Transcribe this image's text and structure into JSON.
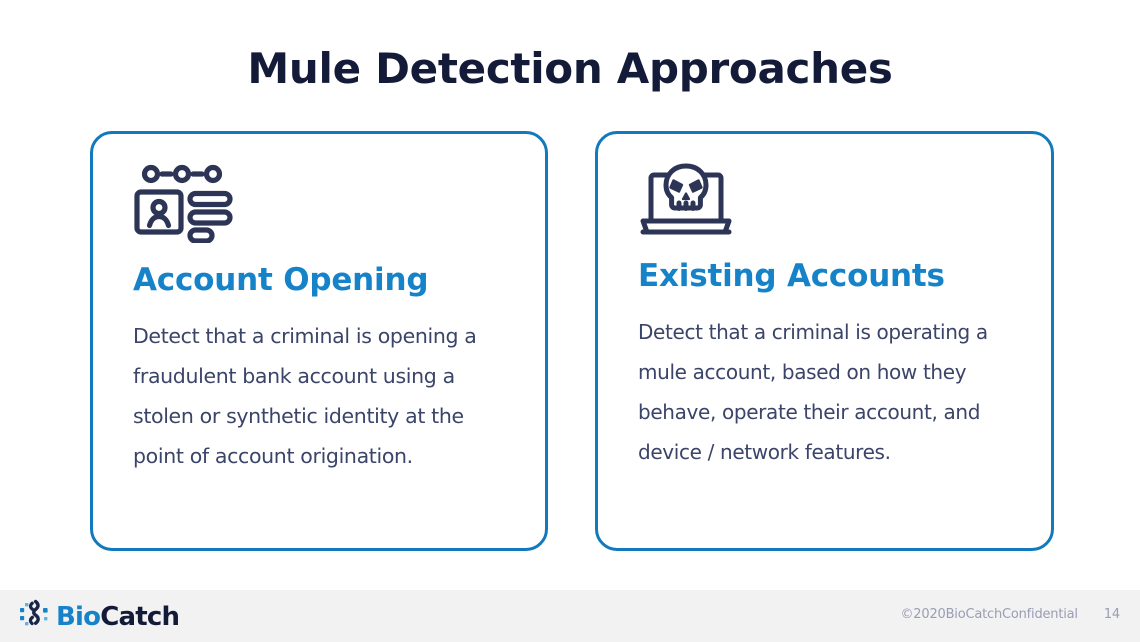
{
  "slide": {
    "title": "Mule Detection Approaches",
    "page_number": "14",
    "colors": {
      "title_navy": "#141b38",
      "heading_blue": "#1683c9",
      "card_border_blue": "#1279bd",
      "body_navy": "#3b4469",
      "icon_navy": "#2d3557",
      "footer_bg": "#f2f2f2",
      "footer_text": "#9a9db4"
    }
  },
  "cards": [
    {
      "icon_name": "account-registration-icon",
      "heading": "Account Opening",
      "body": "Detect that a criminal is opening a fraudulent bank account using a stolen or synthetic identity at the point of account origination."
    },
    {
      "icon_name": "laptop-skull-icon",
      "heading": "Existing Accounts",
      "body": "Detect that a criminal is operating a mule account, based on how they behave, operate their account, and device / network features."
    }
  ],
  "footer": {
    "logo_bio": "Bio",
    "logo_catch": "Catch",
    "copyright": "©2020BioCatchConfidential",
    "page_number": "14"
  }
}
